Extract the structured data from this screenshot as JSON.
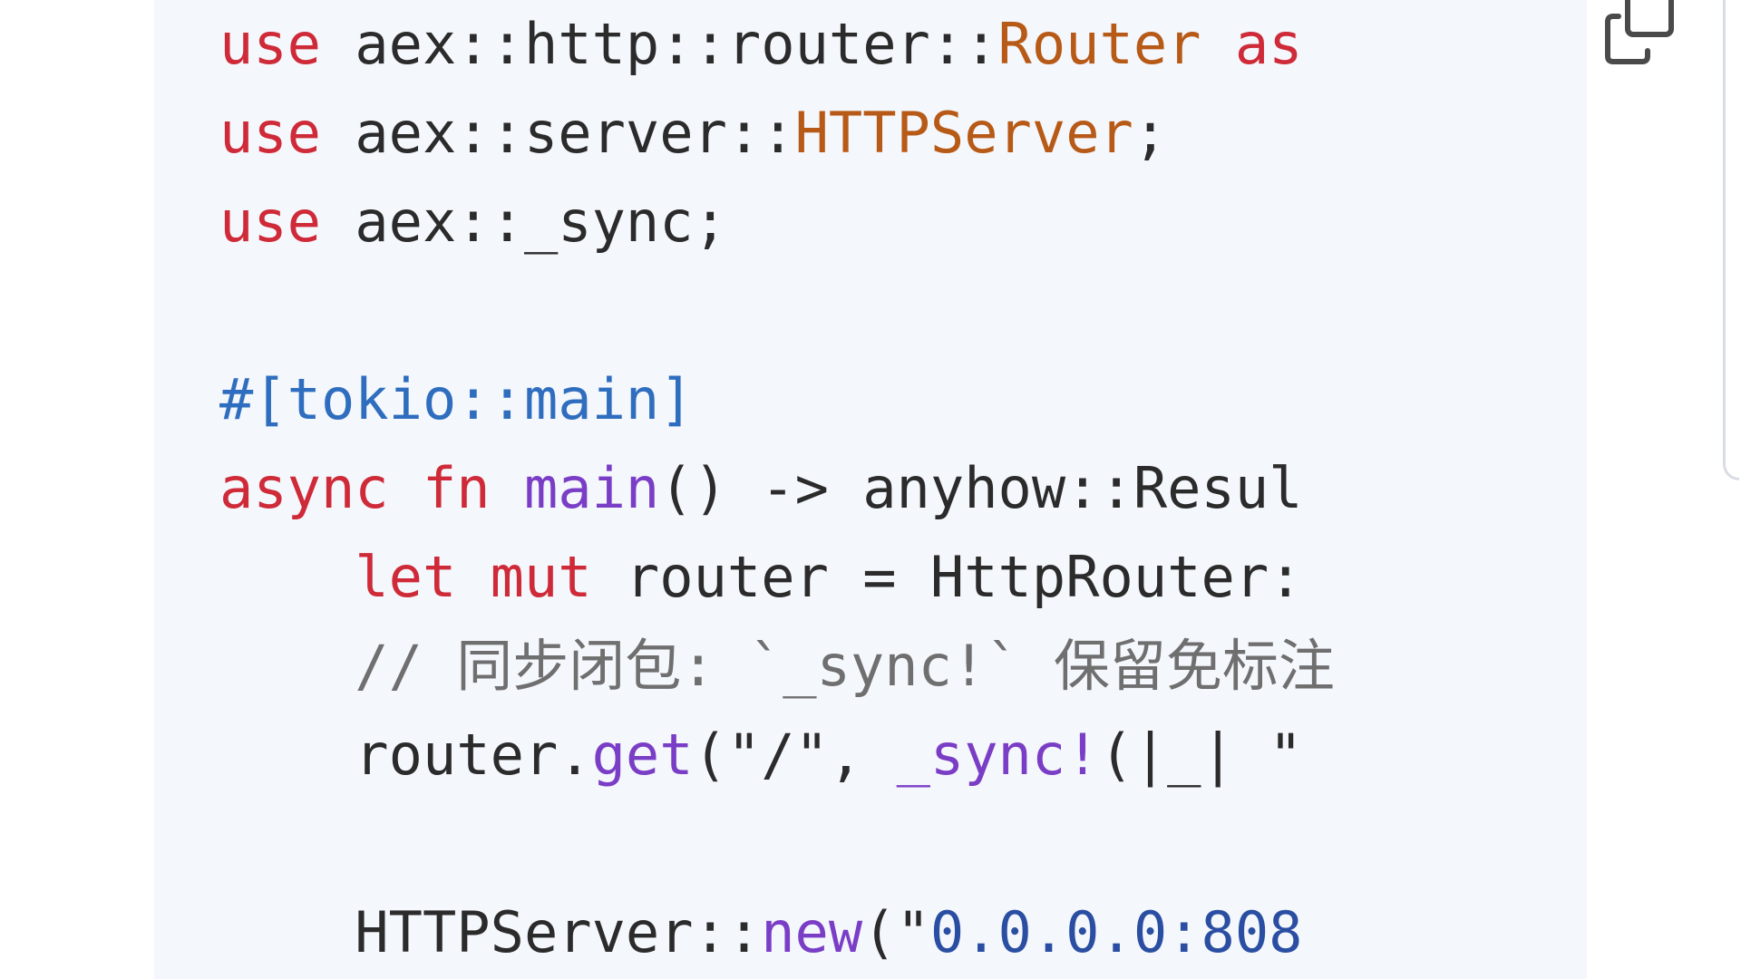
{
  "code_block": {
    "language": "rust",
    "lines": [
      [
        {
          "text": "use",
          "kind": "kw"
        },
        {
          "text": " aex::http::router::",
          "kind": "plain"
        },
        {
          "text": "Router",
          "kind": "ty"
        },
        {
          "text": " as",
          "kind": "kw"
        }
      ],
      [
        {
          "text": "use",
          "kind": "kw"
        },
        {
          "text": " aex::server::",
          "kind": "plain"
        },
        {
          "text": "HTTPServer",
          "kind": "ty"
        },
        {
          "text": ";",
          "kind": "plain"
        }
      ],
      [
        {
          "text": "use",
          "kind": "kw"
        },
        {
          "text": " aex::_sync;",
          "kind": "plain"
        }
      ],
      [],
      [
        {
          "text": "#[tokio::main]",
          "kind": "attr"
        }
      ],
      [
        {
          "text": "async",
          "kind": "kw"
        },
        {
          "text": " ",
          "kind": "plain"
        },
        {
          "text": "fn",
          "kind": "kw"
        },
        {
          "text": " ",
          "kind": "plain"
        },
        {
          "text": "main",
          "kind": "fnc"
        },
        {
          "text": "() -> anyhow::Resul",
          "kind": "plain"
        }
      ],
      [
        {
          "text": "    ",
          "kind": "plain"
        },
        {
          "text": "let",
          "kind": "kw"
        },
        {
          "text": " ",
          "kind": "plain"
        },
        {
          "text": "mut",
          "kind": "kw"
        },
        {
          "text": " router = HttpRouter:",
          "kind": "plain"
        }
      ],
      [
        {
          "text": "    // 同步闭包: `_sync!` 保留免标注",
          "kind": "cmt"
        }
      ],
      [
        {
          "text": "    router.",
          "kind": "plain"
        },
        {
          "text": "get",
          "kind": "fnc"
        },
        {
          "text": "(\"/\", ",
          "kind": "plain"
        },
        {
          "text": "_sync!",
          "kind": "fnc"
        },
        {
          "text": "(|_| \"",
          "kind": "plain"
        }
      ],
      [],
      [
        {
          "text": "    HTTPServer::",
          "kind": "plain"
        },
        {
          "text": "new",
          "kind": "fnc"
        },
        {
          "text": "(\"",
          "kind": "plain"
        },
        {
          "text": "0.0.0.0:808",
          "kind": "str"
        }
      ]
    ]
  },
  "copy_button": {
    "icon": "copy-icon"
  },
  "colors": {
    "page_background": "#ffffff",
    "code_background": "#f4f7fc",
    "keyword": "#cf2a38",
    "type": "#b85a17",
    "attribute": "#2f6ebf",
    "function": "#7a3ec6",
    "string": "#2a4ea2",
    "comment": "#6f6f6f",
    "text": "#2b2b2b"
  }
}
